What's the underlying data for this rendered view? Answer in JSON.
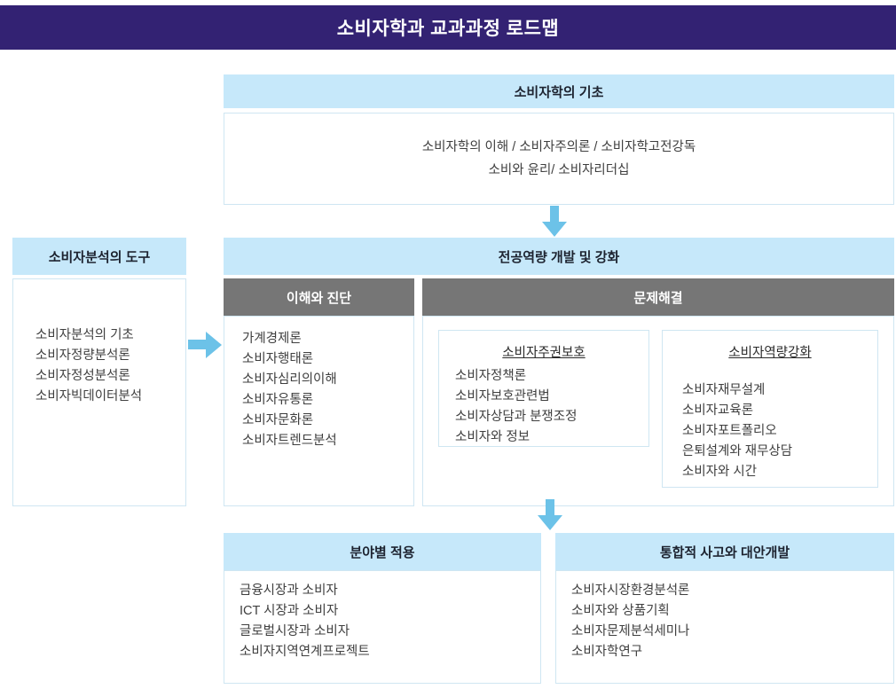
{
  "colors": {
    "title_bar": "#332273",
    "header_blue": "#c6e8fa",
    "header_gray": "#767676",
    "arrow": "#6cc2e8",
    "box_border": "#cfe6f2",
    "text": "#3f3f3f"
  },
  "page": {
    "title": "소비자학과 교과과정 로드맵"
  },
  "foundation": {
    "header": "소비자학의 기초",
    "lines": [
      "소비자학의 이해 / 소비자주의론 / 소비자학고전강독",
      "소비와 윤리/ 소비자리더십"
    ]
  },
  "tools": {
    "header": "소비자분석의 도구",
    "items": [
      "소비자분석의 기초",
      "소비자정량분석론",
      "소비자정성분석론",
      "소비자빅데이터분석"
    ]
  },
  "competency": {
    "header": "전공역량 개발 및 강화",
    "understanding": {
      "header": "이해와 진단",
      "items": [
        "가계경제론",
        "소비자행태론",
        "소비자심리의이해",
        "소비자유통론",
        "소비자문화론",
        "소비자트렌드분석"
      ]
    },
    "problem_solving": {
      "header": "문제해결",
      "groups": [
        {
          "title": "소비자주권보호",
          "items": [
            "소비자정책론",
            "소비자보호관련법",
            "소비자상담과 분쟁조정",
            "소비자와 정보"
          ]
        },
        {
          "title": "소비자역량강화",
          "items": [
            "소비자재무설계",
            "소비자교육론",
            "소비자포트폴리오",
            "은퇴설계와 재무상담",
            "소비자와 시간"
          ]
        }
      ]
    }
  },
  "application": {
    "header": "분야별 적용",
    "items": [
      "금융시장과 소비자",
      "ICT 시장과 소비자",
      "글로벌시장과 소비자",
      "소비자지역연계프로젝트"
    ]
  },
  "integration": {
    "header": "통합적 사고와 대안개발",
    "items": [
      "소비자시장환경분석론",
      "소비자와 상품기획",
      "소비자문제분석세미나",
      "소비자학연구"
    ]
  },
  "arrows": {
    "foundation_to_competency": "arrow-down-icon",
    "tools_to_competency": "arrow-right-icon",
    "competency_to_bottom": "arrow-down-icon"
  }
}
